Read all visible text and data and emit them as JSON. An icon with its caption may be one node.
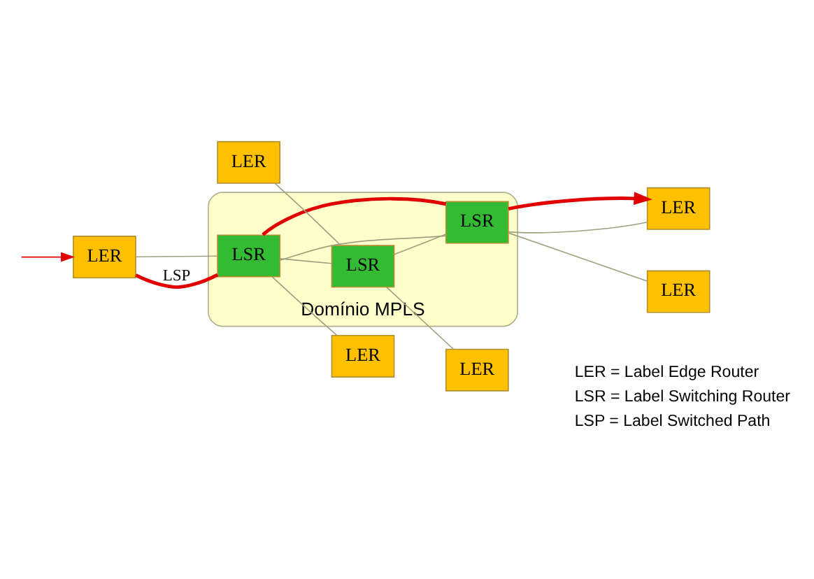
{
  "diagram": {
    "nodes": [
      {
        "text": [
          "Domínio MPLS"
        ]
      },
      {
        "text": [
          "LER"
        ]
      },
      {
        "text": [
          "LER"
        ]
      },
      {
        "text": [
          "LSR"
        ],
        "in": 0
      },
      {
        "text": [
          "LER"
        ]
      },
      {
        "text": [
          "LSR"
        ],
        "in": 0
      },
      {
        "text": [
          "LSR"
        ],
        "in": 0
      },
      {
        "text": [
          "LER"
        ]
      },
      {
        "text": [
          "LER"
        ]
      },
      {
        "text": [
          "LER"
        ]
      }
    ],
    "edges": [
      {
        "from": null,
        "to": 1,
        "arrow": "to",
        "color": "#e00000"
      },
      {
        "from": 1,
        "to": 3,
        "arrow": "none"
      },
      {
        "from": 3,
        "to": 2,
        "arrow": "none"
      },
      {
        "from": 4,
        "to": 5,
        "arrow": "none"
      },
      {
        "from": 3,
        "to": 5,
        "arrow": "none"
      },
      {
        "from": 3,
        "to": 6,
        "arrow": "none"
      },
      {
        "from": 5,
        "to": 6,
        "arrow": "none"
      },
      {
        "from": 6,
        "to": 7,
        "arrow": "none"
      },
      {
        "from": 5,
        "to": 8,
        "arrow": "none"
      },
      {
        "from": 6,
        "to": 9,
        "arrow": "none"
      },
      {
        "from": 1,
        "to": 3,
        "arrow": "none",
        "label": "LSP",
        "style": "thick",
        "color": "#e00000"
      },
      {
        "from": 3,
        "to": 6,
        "arrow": "none",
        "style": "thick",
        "color": "#e00000"
      },
      {
        "from": 6,
        "to": 7,
        "arrow": "to",
        "style": "thick",
        "color": "#e00000"
      }
    ],
    "labels": [
      "LER = Label Edge Router",
      "LSR = Label Switching Router",
      "LSP = Label Switched Path"
    ]
  }
}
